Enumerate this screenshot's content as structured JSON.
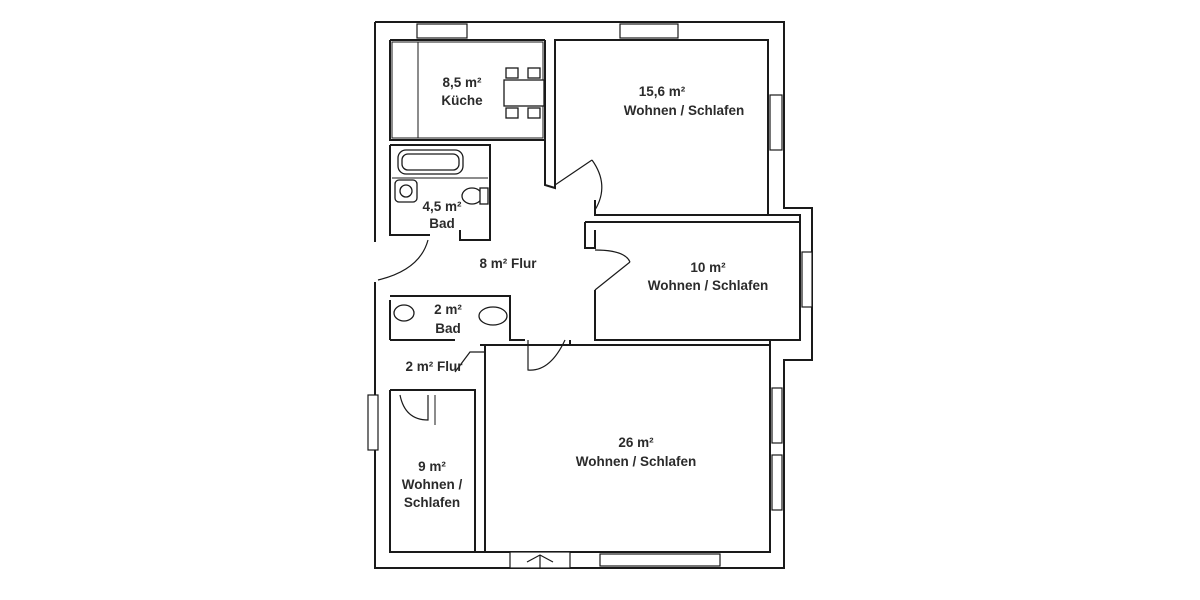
{
  "rooms": {
    "kitchen": {
      "area": "8,5 m²",
      "name": "Küche"
    },
    "bath_main": {
      "area": "4,5 m²",
      "name": "Bad"
    },
    "bed_1": {
      "area": "15,6 m²",
      "name": "Wohnen / Schlafen"
    },
    "bed_2": {
      "area": "10 m²",
      "name": "Wohnen / Schlafen"
    },
    "hall": {
      "label": "8 m² Flur"
    },
    "bath_small": {
      "area": "2 m²",
      "name": "Bad"
    },
    "hall_small": {
      "label": "2 m² Flur"
    },
    "bed_3": {
      "area": "26 m²",
      "name": "Wohnen / Schlafen"
    },
    "bed_4": {
      "area": "9 m²",
      "name_line1": "Wohnen /",
      "name_line2": "Schlafen"
    }
  }
}
